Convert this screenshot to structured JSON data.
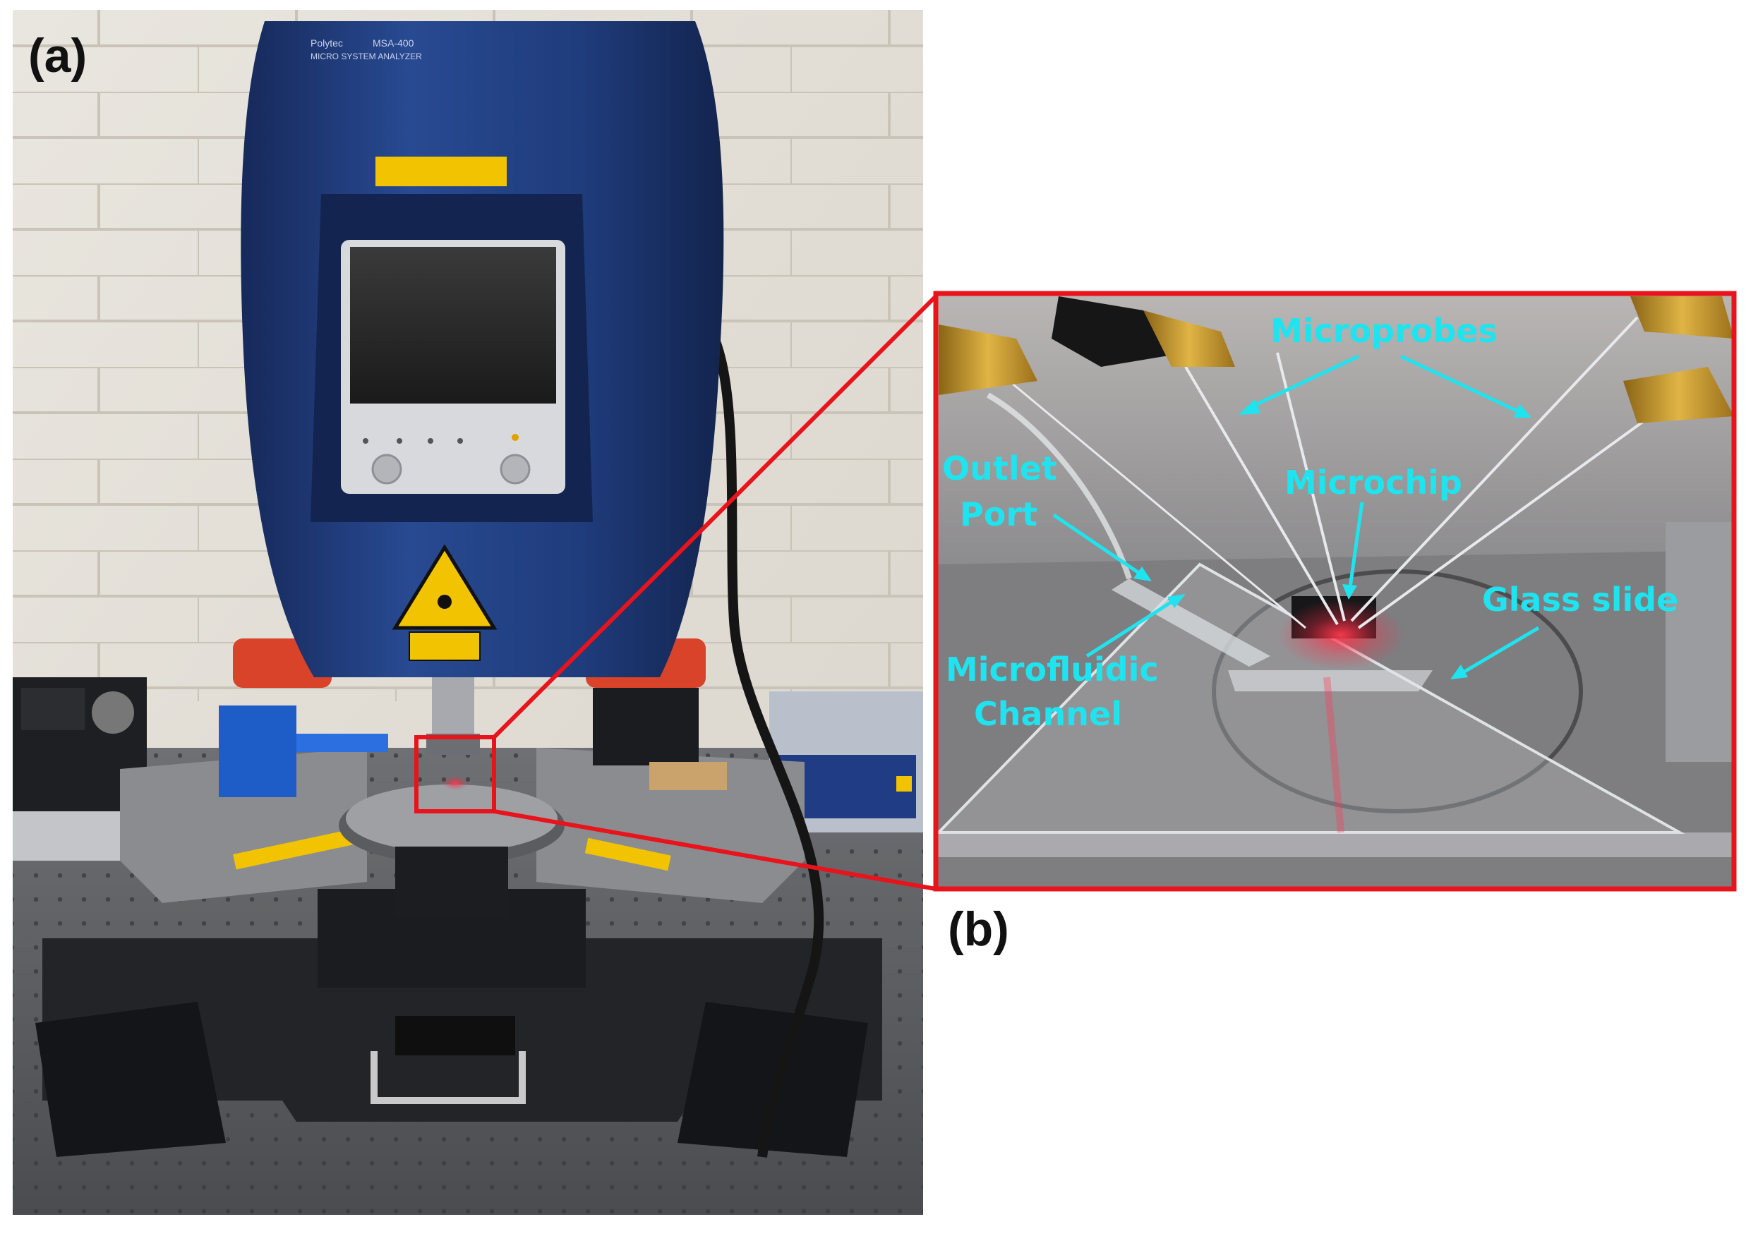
{
  "panels": {
    "a": {
      "letter": "(a)"
    },
    "b": {
      "letter": "(b)"
    }
  },
  "instrument": {
    "brand_text": "Polytec",
    "model_text": "MSA-400",
    "subtitle_text": "MICRO SYSTEM ANALYZER"
  },
  "callouts": {
    "microprobes": "Microprobes",
    "outlet_port_line1": "Outlet",
    "outlet_port_line2": "Port",
    "microchip": "Microchip",
    "glass_slide": "Glass slide",
    "microfluidic_line1": "Microfluidic",
    "microfluidic_line2": "Channel"
  },
  "colors": {
    "callout_text": "#1fe3ee",
    "zoom_frame": "#e8131b",
    "instrument_body": "#1f3a7a",
    "warning_label": "#f2c300"
  }
}
